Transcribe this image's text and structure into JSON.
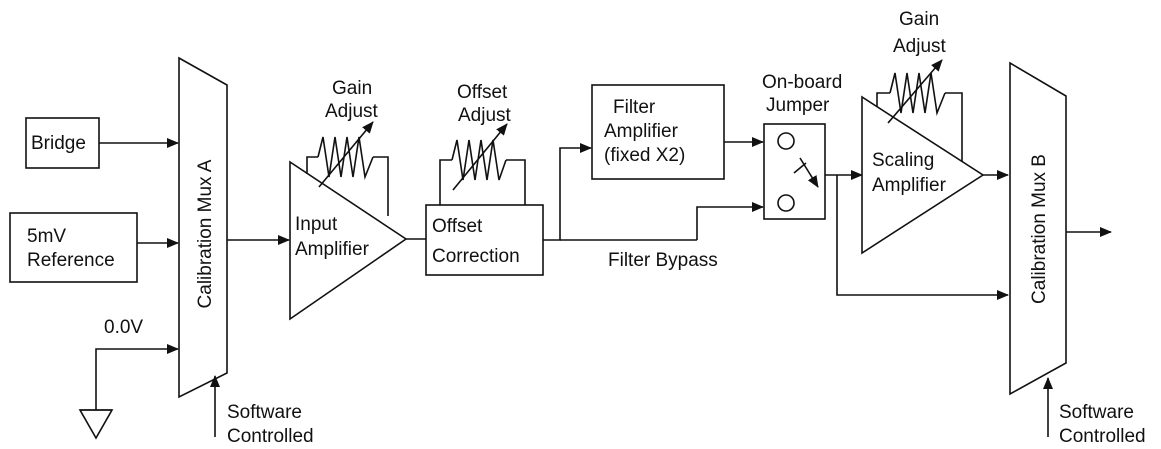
{
  "blocks": {
    "bridge": "Bridge",
    "reference_line1": "5mV",
    "reference_line2": "Reference",
    "ground_level": "0.0V",
    "mux_a": "Calibration Mux A",
    "mux_b": "Calibration Mux B",
    "input_amp_line1": "Input",
    "input_amp_line2": "Amplifier",
    "gain_adjust_1_line1": "Gain",
    "gain_adjust_1_line2": "Adjust",
    "offset_adjust_line1": "Offset",
    "offset_adjust_line2": "Adjust",
    "offset_correction_line1": "Offset",
    "offset_correction_line2": "Correction",
    "filter_amp_line1": "Filter",
    "filter_amp_line2": "Amplifier",
    "filter_amp_line3": "(fixed X2)",
    "filter_bypass": "Filter Bypass",
    "jumper_line1": "On-board",
    "jumper_line2": "Jumper",
    "scaling_amp_line1": "Scaling",
    "scaling_amp_line2": "Amplifier",
    "gain_adjust_2_line1": "Gain",
    "gain_adjust_2_line2": "Adjust",
    "software_a_line1": "Software",
    "software_a_line2": "Controlled",
    "software_b_line1": "Software",
    "software_b_line2": "Controlled"
  },
  "colors": {
    "stroke": "#111111",
    "background": "#ffffff"
  }
}
